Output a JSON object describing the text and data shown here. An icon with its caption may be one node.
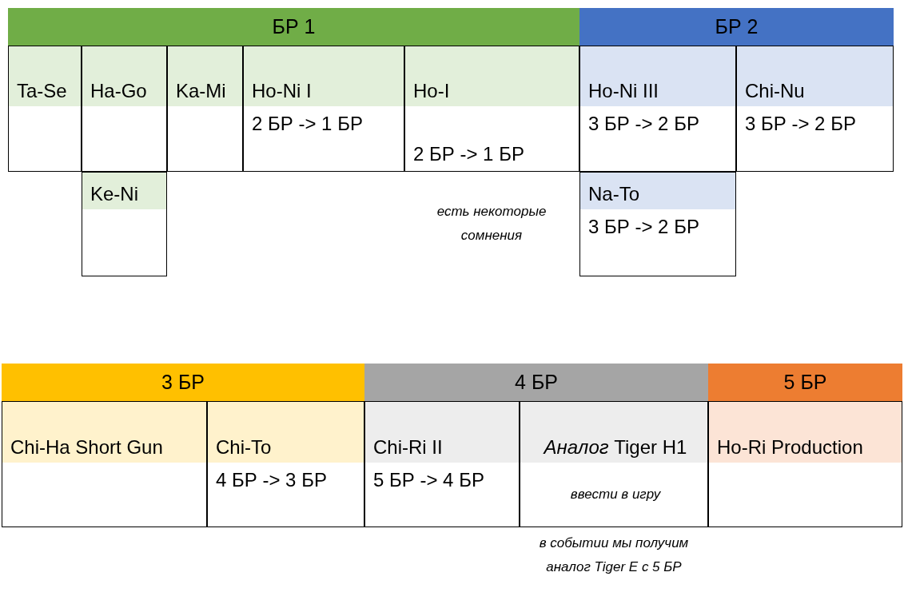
{
  "diagram": {
    "nodes": [
      {
        "text": [
          "БР 1"
        ]
      },
      {
        "text": [
          "БР 2"
        ]
      },
      {
        "text": [
          "Ta-Se"
        ]
      },
      {
        "text": [
          "Ha-Go"
        ]
      },
      {
        "text": [
          "Ka-Mi"
        ]
      },
      {
        "text": [
          "Ho-Ni I",
          "2 БР -> 1 БР"
        ]
      },
      {
        "text": [
          "Ho-I",
          "2 БР -> 1 БР"
        ]
      },
      {
        "text": [
          "Ho-Ni III",
          "3 БР -> 2 БР"
        ]
      },
      {
        "text": [
          "Chi-Nu",
          "3 БР -> 2 БР"
        ]
      },
      {
        "text": [
          "Ke-Ni"
        ]
      },
      {
        "text": [
          "Na-To",
          "3 БР -> 2 БР"
        ]
      },
      {
        "text": [
          "3 БР"
        ]
      },
      {
        "text": [
          "4 БР"
        ]
      },
      {
        "text": [
          "5 БР"
        ]
      },
      {
        "text": [
          "Chi-Ha Short Gun"
        ]
      },
      {
        "text": [
          "Chi-To",
          "4 БР -> 3 БР"
        ]
      },
      {
        "text": [
          "Chi-Ri II",
          "5 БР -> 4 БР"
        ]
      },
      {
        "text": [
          "*Аналог* Tiger H1",
          "ввести в игру"
        ]
      },
      {
        "text": [
          "Ho-Ri Production"
        ]
      }
    ],
    "labels": [
      "есть некоторые сомнения",
      "в событии мы получим аналог Tiger E с 5 БР"
    ]
  }
}
